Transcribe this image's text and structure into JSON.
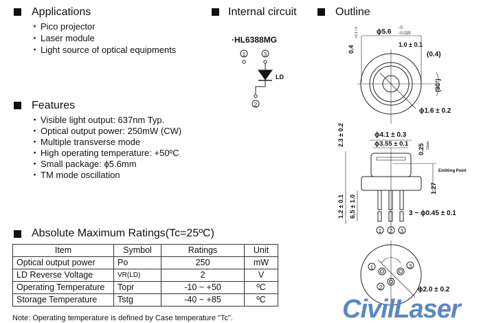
{
  "applications": {
    "heading": "Applications",
    "items": [
      "Pico projector",
      "Laser module",
      "Light source of optical equipments"
    ]
  },
  "features": {
    "heading": "Features",
    "items": [
      "Visible light output: 637nm Typ.",
      "Optical output power: 250mW (CW)",
      "Multiple transverse mode",
      "High operating temperature: +50ºC",
      "Small package: ϕ5.6mm",
      "TM mode oscillation"
    ]
  },
  "circuit": {
    "heading": "Internal circuit",
    "model": "·HL6388MG",
    "pin1": "1",
    "pin2": "2",
    "pin3": "3",
    "ld": "LD"
  },
  "outline": {
    "heading": "Outline",
    "dims": {
      "d56": "ϕ5.6",
      "d56_tol_top": "−0",
      "d56_tol_bot": "−0.025",
      "key": "1.0 ± 0.1",
      "p04": "(0.4)",
      "h04": "0.4",
      "h04_tol": "+0.1 / 0",
      "angle": "(90°)",
      "d16": "ϕ1.6 ± 0.2",
      "d41": "ϕ4.1 ± 0.3",
      "d355": "ϕ3.55 ± 0.1",
      "g025": "0.25",
      "glass": "Glass",
      "emit": "Emitting Point",
      "h23": "2.3 ± 0.2",
      "h127": "1.27",
      "h12": "1.2 ± 0.1",
      "h65": "6.5 ± 1.0",
      "pins": "3 − ϕ0.45 ± 0.1",
      "d20": "ϕ2.0 ± 0.2"
    },
    "pin_labels": [
      "1",
      "2",
      "3"
    ]
  },
  "ratings": {
    "heading": "Absolute Maximum Ratings(Tc=25ºC)",
    "columns": [
      "Item",
      "Symbol",
      "Ratings",
      "Unit"
    ],
    "rows": [
      [
        "Optical output power",
        "Po",
        "250",
        "mW"
      ],
      [
        "LD Reverse Voltage",
        "VR(LD)",
        "2",
        "V"
      ],
      [
        "Operating Temperature",
        "Topr",
        "-10 ~ +50",
        "ºC"
      ],
      [
        "Storage Temperature",
        "Tstg",
        "-40 ~ +85",
        "ºC"
      ]
    ],
    "note": "Note: Operating temperature is defined by Case temperature \"Tc\"."
  },
  "logo": "CivilLaser"
}
